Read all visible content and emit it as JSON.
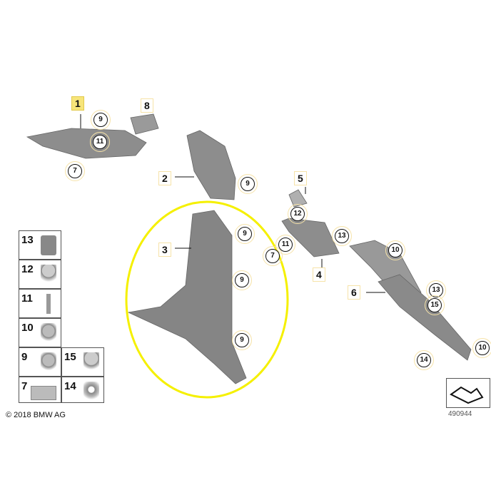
{
  "copyright": "© 2018 BMW AG",
  "diagram_number": "490944",
  "highlight_color": "#f5f000",
  "part_labels": [
    "1",
    "8",
    "2",
    "3",
    "5",
    "4",
    "6"
  ],
  "callouts": [
    "9",
    "11",
    "7",
    "9",
    "9",
    "9",
    "9",
    "12",
    "13",
    "11",
    "7",
    "10",
    "13",
    "15",
    "14",
    "10"
  ],
  "legend": [
    "13",
    "12",
    "11",
    "10",
    "9",
    "7",
    "15",
    "14"
  ]
}
